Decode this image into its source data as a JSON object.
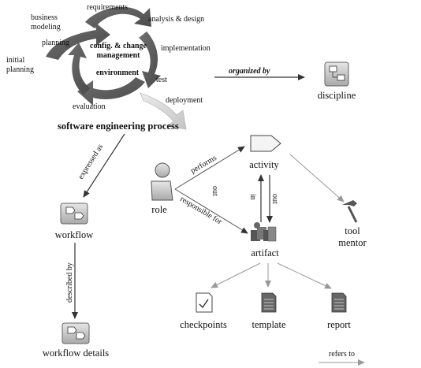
{
  "process": {
    "title": "software engineering process",
    "center_lines": [
      "config. & change",
      "management"
    ],
    "center_env": "environment",
    "phases": {
      "business_modeling": [
        "business",
        "modeling"
      ],
      "requirements": "requirements",
      "analysis_design": "analysis & design",
      "planning": "planning",
      "implementation": "implementation",
      "initial_planning": [
        "initial",
        "planning"
      ],
      "test": "test",
      "evaluation": "evaluation",
      "deployment": "deployment"
    }
  },
  "nodes": {
    "discipline": "discipline",
    "activity": "activity",
    "role": "role",
    "workflow": "workflow",
    "artifact": "artifact",
    "tool_mentor": [
      "tool",
      "mentor"
    ],
    "checkpoints": "checkpoints",
    "template": "template",
    "report": "report",
    "workflow_details": "workflow details"
  },
  "edges": {
    "organized_by": "organized by",
    "expressed_as": "expressed as",
    "performs": "performs",
    "responsible_for": "responsible for",
    "in": "in",
    "out": "out",
    "out_role": "out",
    "described_by": "described by"
  },
  "legend": {
    "refers_to": "refers to"
  }
}
